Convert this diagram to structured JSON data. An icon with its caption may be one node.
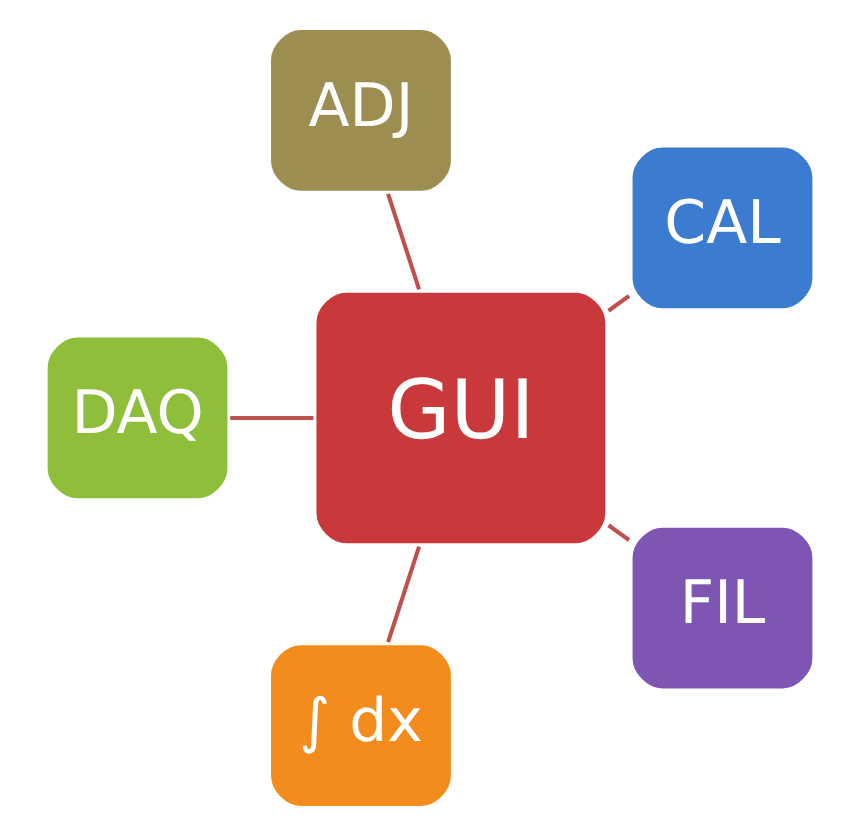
{
  "diagram": {
    "nodes": [
      {
        "text": [
          "CAL"
        ]
      },
      {
        "text": [
          "ADJ"
        ]
      },
      {
        "text": [
          "GUI"
        ]
      },
      {
        "text": [
          "DAQ"
        ]
      },
      {
        "text": [
          "∫ dx"
        ]
      },
      {
        "text": [
          "FIL"
        ]
      }
    ],
    "edges": [
      {
        "from": 2,
        "to": 0,
        "arrow": "none"
      },
      {
        "from": 2,
        "to": 3,
        "arrow": "none"
      },
      {
        "from": 2,
        "to": 5,
        "arrow": "none"
      },
      {
        "from": 2,
        "to": 4,
        "arrow": "none"
      },
      {
        "from": 2,
        "to": 1,
        "arrow": "none"
      }
    ]
  }
}
